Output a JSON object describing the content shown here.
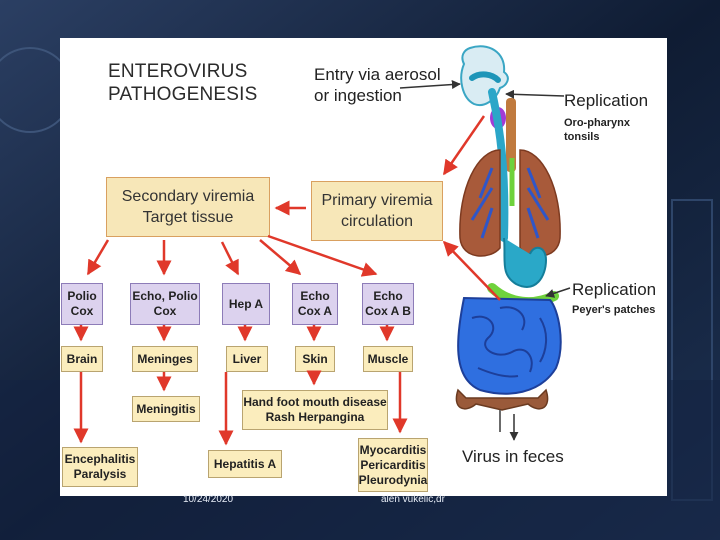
{
  "title": "ENTEROVIRUS\nPATHOGENESIS",
  "entry": "Entry via aerosol\nor ingestion",
  "replication_top": {
    "label": "Replication",
    "sub": "Oro-pharynx\ntonsils"
  },
  "replication_mid": {
    "label": "Replication",
    "sub": "Peyer's patches"
  },
  "virus_feces": "Virus in feces",
  "primary": "Primary viremia\ncirculation",
  "secondary": "Secondary viremia\nTarget tissue",
  "viruses": [
    "Polio\nCox",
    "Echo, Polio\nCox",
    "Hep A",
    "Echo\nCox A",
    "Echo\nCox A B"
  ],
  "tissues": [
    "Brain",
    "Meninges",
    "Liver",
    "Skin",
    "Muscle"
  ],
  "diseases": {
    "meningitis": "Meningitis",
    "hfmd": "Hand foot mouth disease\nRash Herpangina",
    "encephalitis": "Encephalitis\nParalysis",
    "hepatitis": "Hepatitis A",
    "myocarditis": "Myocarditis\nPericarditis\nPleurodynia"
  },
  "footer": {
    "date": "10/24/2020",
    "author": "alen vukelić,dr"
  },
  "colors": {
    "arrow": "#e0382a",
    "pink_box": "#dcd2ee",
    "yellow_box": "#fbedbd",
    "big_box": "#f7e7b8"
  }
}
